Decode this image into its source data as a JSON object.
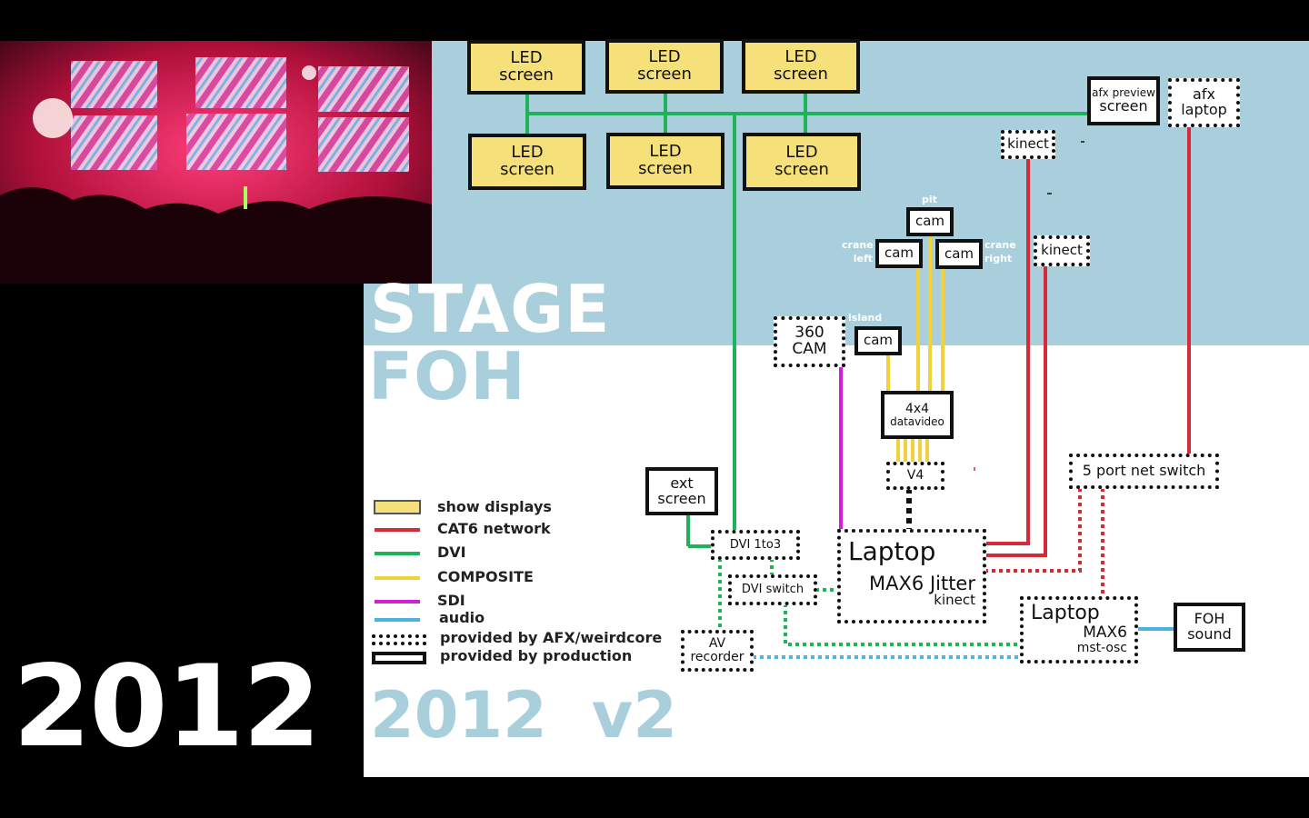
{
  "photo": {
    "description_icon": "concert-stage-photo-icon"
  },
  "year_label": "2012",
  "zones": {
    "stage": "STAGE",
    "foh": "FOH"
  },
  "version_label": "2012  v2",
  "led_screens": [
    {
      "line1": "LED",
      "line2": "screen"
    },
    {
      "line1": "LED",
      "line2": "screen"
    },
    {
      "line1": "LED",
      "line2": "screen"
    },
    {
      "line1": "LED",
      "line2": "screen"
    },
    {
      "line1": "LED",
      "line2": "screen"
    },
    {
      "line1": "LED",
      "line2": "screen"
    }
  ],
  "afx_preview": {
    "line1": "afx preview",
    "line2": "screen"
  },
  "afx_laptop": {
    "line1": "afx",
    "line2": "laptop"
  },
  "kinect_1": "kinect",
  "kinect_2": "kinect",
  "cams": {
    "pit_tag": "pit",
    "pit": "cam",
    "crane_left_tag1": "crane",
    "crane_left_tag2": "left",
    "crane_left": "cam",
    "crane_right_tag1": "crane",
    "crane_right_tag2": "right",
    "crane_right": "cam",
    "island_tag": "island",
    "island": "cam"
  },
  "cam360": {
    "line1": "360",
    "line2": "CAM"
  },
  "datavideo": {
    "line1": "4x4",
    "line2": "datavideo"
  },
  "v4": "V4",
  "net_switch": "5 port net switch",
  "ext_screen": {
    "line1": "ext",
    "line2": "screen"
  },
  "dvi_1to3": "DVI 1to3",
  "dvi_switch": "DVI switch",
  "laptop_main": {
    "title": "Laptop",
    "line2": "MAX6 Jitter",
    "line3": "kinect"
  },
  "laptop_foh": {
    "title": "Laptop",
    "line2": "MAX6",
    "line3": "mst-osc"
  },
  "foh_sound": {
    "line1": "FOH",
    "line2": "sound"
  },
  "av_recorder": {
    "line1": "AV",
    "line2": "recorder"
  },
  "legend": [
    {
      "label": "show displays",
      "swatch": "yellow-box"
    },
    {
      "label": "CAT6 network",
      "color": "#d42a3a"
    },
    {
      "label": "DVI",
      "color": "#1db35a"
    },
    {
      "label": "COMPOSITE",
      "color": "#f2d23c"
    },
    {
      "label": "SDI",
      "color": "#d21fd6"
    },
    {
      "label": "audio",
      "color": "#4ab3e0"
    },
    {
      "label": "provided by AFX/weirdcore",
      "swatch": "dotted-box"
    },
    {
      "label": "provided by production",
      "swatch": "solid-box"
    }
  ],
  "colors": {
    "stage_bg": "#a9cfdc",
    "zone_text": "#a9cfdc",
    "cat6": "#d42a3a",
    "dvi": "#1db35a",
    "composite": "#f2d23c",
    "sdi": "#d21fd6",
    "audio": "#4ab3e0",
    "display_fill": "#f5e07a"
  }
}
